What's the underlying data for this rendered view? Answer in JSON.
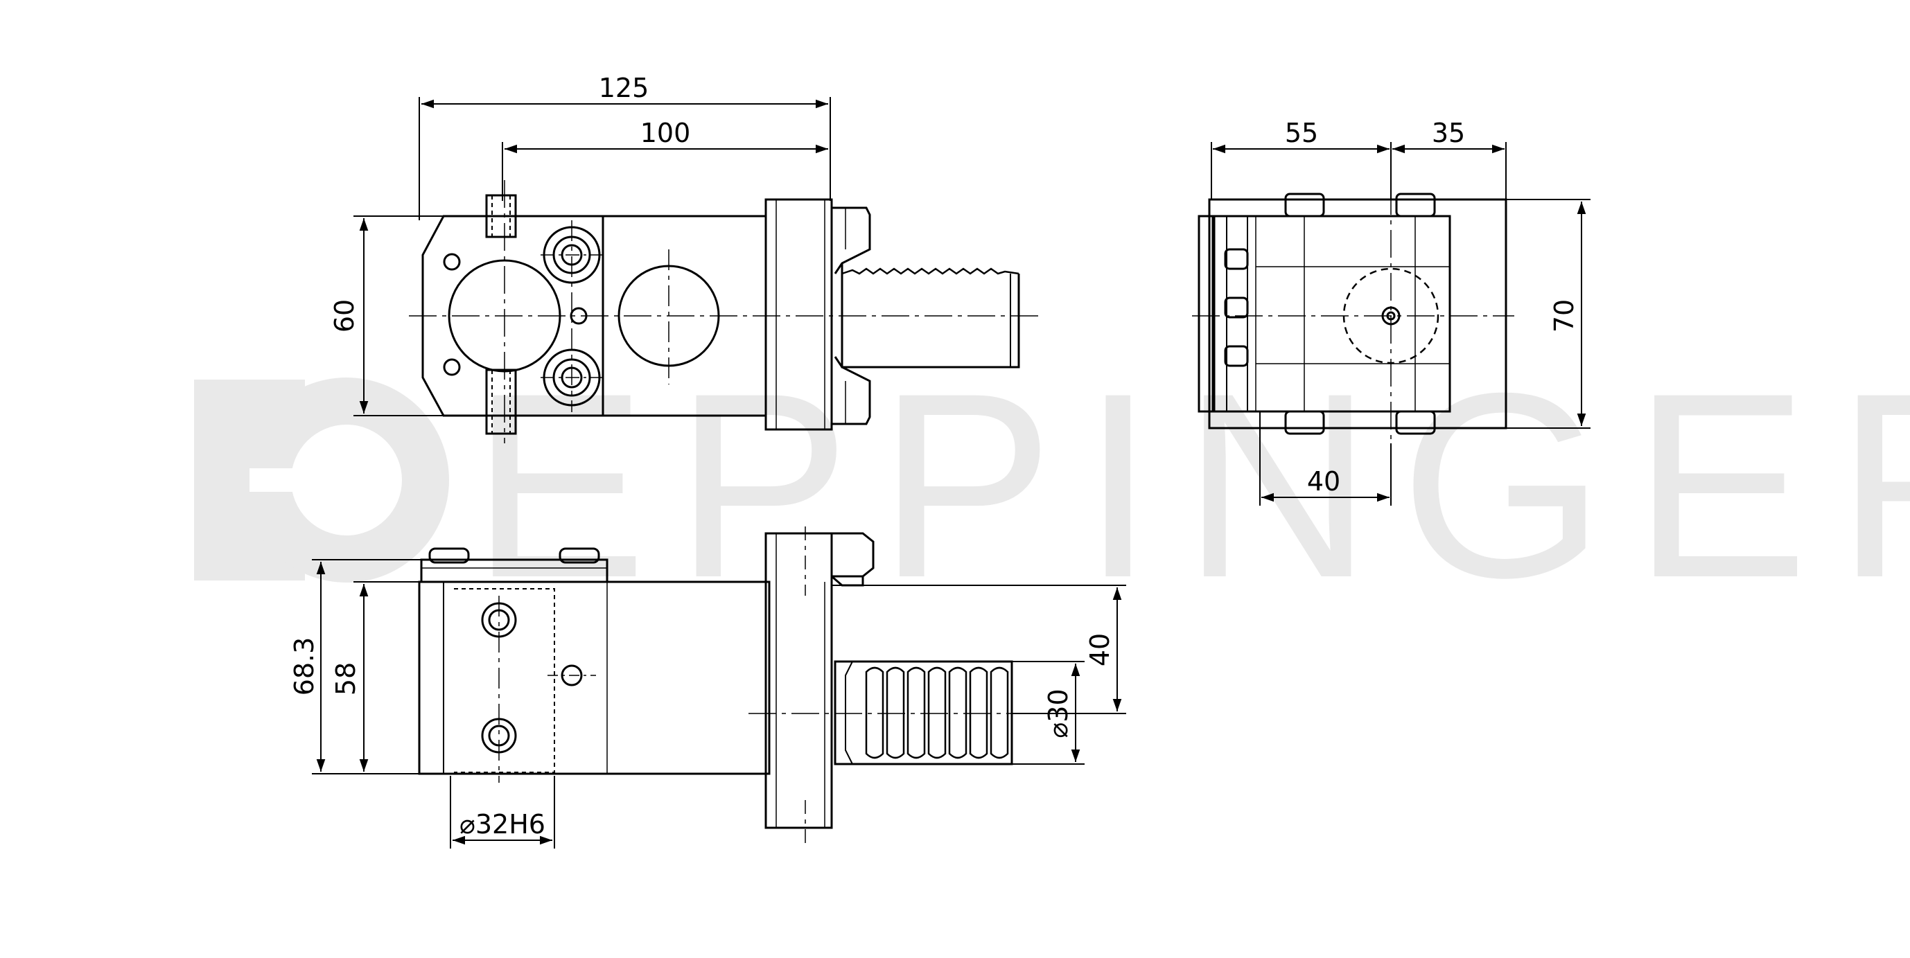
{
  "watermark": {
    "brand": "EPPINGER",
    "color": "#e9e9e9"
  },
  "colors": {
    "line": "#000000",
    "background": "#ffffff"
  },
  "dimensions": {
    "top_125": "125",
    "top_100": "100",
    "left_60": "60",
    "side_55": "55",
    "side_35": "35",
    "side_70": "70",
    "side_40": "40",
    "bottom_68_3": "68.3",
    "bottom_58": "58",
    "bottom_40": "40",
    "bottom_dia30": "⌀30",
    "bottom_dia32h6": "⌀32H6"
  }
}
